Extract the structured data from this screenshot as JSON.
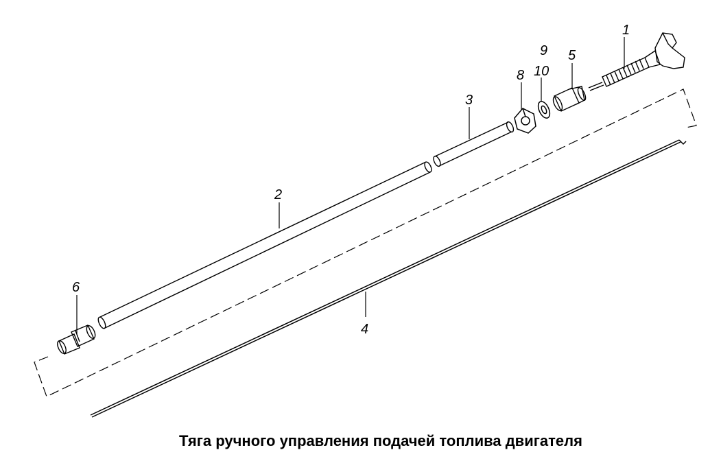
{
  "caption": "Тяга ручного управления подачей топлива двигателя",
  "callouts": {
    "c1": "1",
    "c2": "2",
    "c3": "3",
    "c4": "4",
    "c5": "5",
    "c6": "6",
    "c8": "8",
    "c9": "9",
    "c10": "10"
  }
}
